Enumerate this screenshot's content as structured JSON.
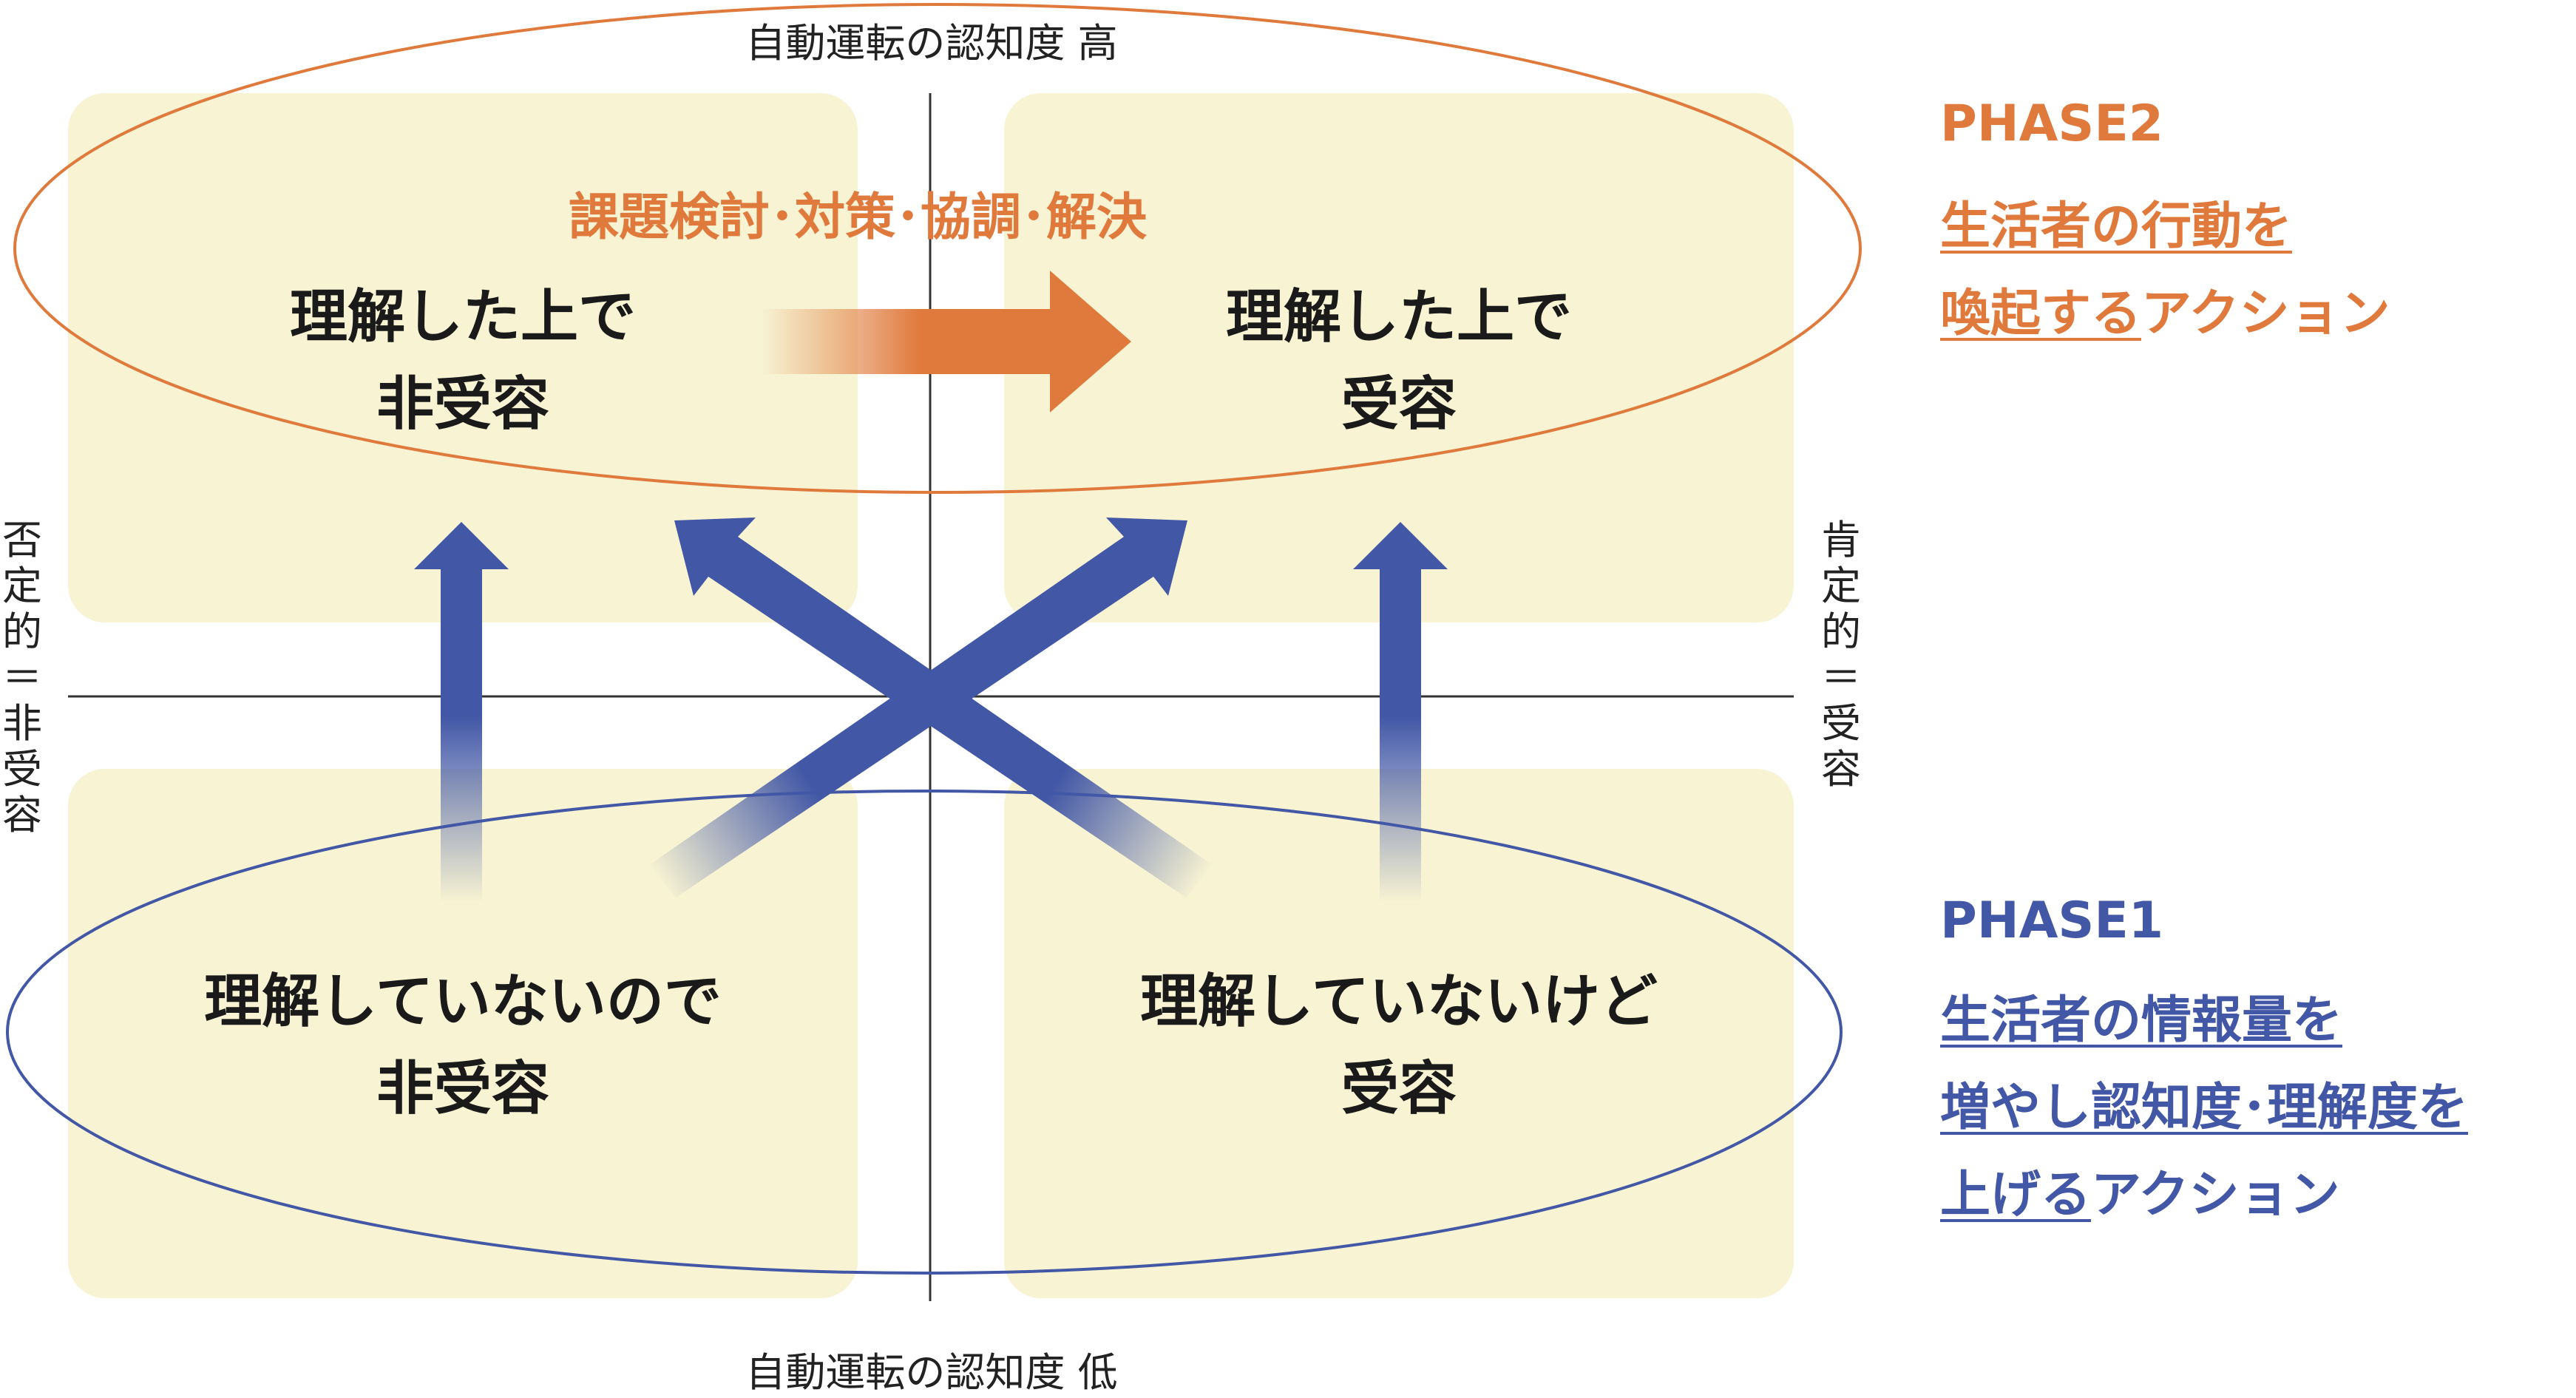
{
  "axes": {
    "top": "自動運転の認知度 高",
    "bottom": "自動運転の認知度 低",
    "left": [
      "否",
      "定",
      "的",
      "＝",
      "非",
      "受",
      "容"
    ],
    "right": [
      "肯",
      "定",
      "的",
      "＝",
      "受",
      "容"
    ]
  },
  "quadrants": {
    "top_left": [
      "理解した上で",
      "非受容"
    ],
    "top_right": [
      "理解した上で",
      "受容"
    ],
    "bottom_left": [
      "理解していないので",
      "非受容"
    ],
    "bottom_right": [
      "理解していないけど",
      "受容"
    ]
  },
  "phase2": {
    "task": "課題検討･対策･協調･解決",
    "title": "PHASE2",
    "desc_lines": [
      {
        "underlined": "生活者の行動を",
        "plain": ""
      },
      {
        "underlined": "喚起する",
        "plain": "アクション"
      }
    ]
  },
  "phase1": {
    "title": "PHASE1",
    "desc_lines": [
      {
        "underlined": "生活者の情報量を",
        "plain": ""
      },
      {
        "underlined": "増やし認知度･理解度を",
        "plain": ""
      },
      {
        "underlined": "上げる",
        "plain": "アクション"
      }
    ]
  },
  "colors": {
    "phase2": "#e07a3c",
    "phase1": "#4257a6",
    "quadrant_fill": "#f7f3d3"
  }
}
